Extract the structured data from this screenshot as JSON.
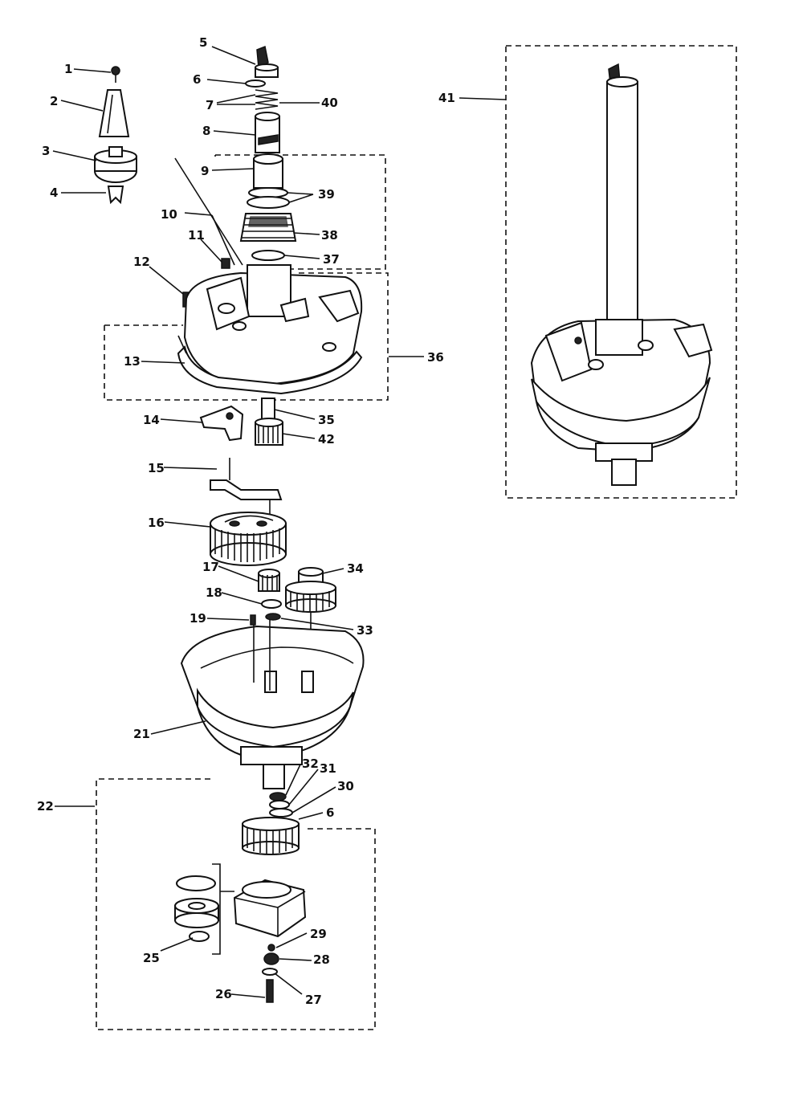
{
  "diagram": {
    "type": "exploded-parts-view",
    "callouts": [
      {
        "id": "c1",
        "text": "1"
      },
      {
        "id": "c2",
        "text": "2"
      },
      {
        "id": "c3",
        "text": "3"
      },
      {
        "id": "c4",
        "text": "4"
      },
      {
        "id": "c5",
        "text": "5"
      },
      {
        "id": "c6a",
        "text": "6"
      },
      {
        "id": "c7",
        "text": "7"
      },
      {
        "id": "c8",
        "text": "8"
      },
      {
        "id": "c9",
        "text": "9"
      },
      {
        "id": "c10",
        "text": "10"
      },
      {
        "id": "c11",
        "text": "11"
      },
      {
        "id": "c12",
        "text": "12"
      },
      {
        "id": "c13",
        "text": "13"
      },
      {
        "id": "c14",
        "text": "14"
      },
      {
        "id": "c15",
        "text": "15"
      },
      {
        "id": "c16",
        "text": "16"
      },
      {
        "id": "c17",
        "text": "17"
      },
      {
        "id": "c18",
        "text": "18"
      },
      {
        "id": "c19",
        "text": "19"
      },
      {
        "id": "c21",
        "text": "21"
      },
      {
        "id": "c22",
        "text": "22"
      },
      {
        "id": "c25",
        "text": "25"
      },
      {
        "id": "c26",
        "text": "26"
      },
      {
        "id": "c27",
        "text": "27"
      },
      {
        "id": "c28",
        "text": "28"
      },
      {
        "id": "c29",
        "text": "29"
      },
      {
        "id": "c30",
        "text": "30"
      },
      {
        "id": "c31",
        "text": "31"
      },
      {
        "id": "c32",
        "text": "32"
      },
      {
        "id": "c6b",
        "text": "6"
      },
      {
        "id": "c33",
        "text": "33"
      },
      {
        "id": "c34",
        "text": "34"
      },
      {
        "id": "c35",
        "text": "35"
      },
      {
        "id": "c36",
        "text": "36"
      },
      {
        "id": "c37",
        "text": "37"
      },
      {
        "id": "c38",
        "text": "38"
      },
      {
        "id": "c39",
        "text": "39"
      },
      {
        "id": "c40",
        "text": "40"
      },
      {
        "id": "c41",
        "text": "41"
      },
      {
        "id": "c42",
        "text": "42"
      }
    ]
  }
}
